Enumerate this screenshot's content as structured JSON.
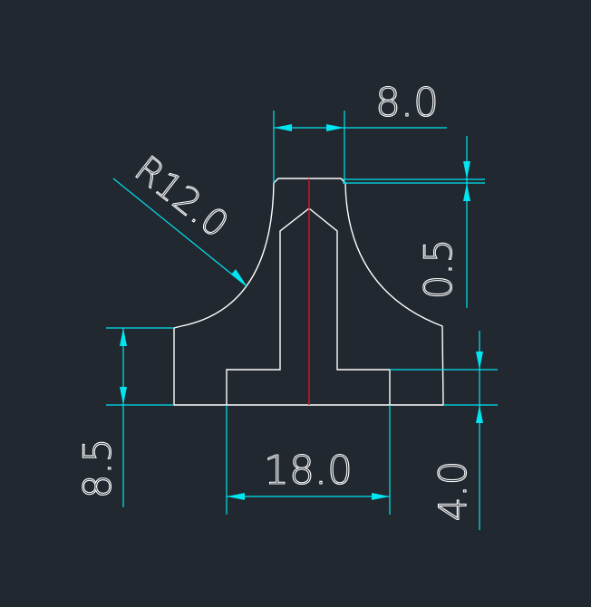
{
  "colors": {
    "background": "#212830",
    "outline": "#ffffff",
    "dimension": "#00e5f0",
    "centerline": "#e0141e"
  },
  "dimensions": {
    "top_width": "8.0",
    "radius": "R12.0",
    "top_offset": "0.5",
    "flange_height": "8.5",
    "slot_width": "18.0",
    "slot_height": "4.0"
  }
}
